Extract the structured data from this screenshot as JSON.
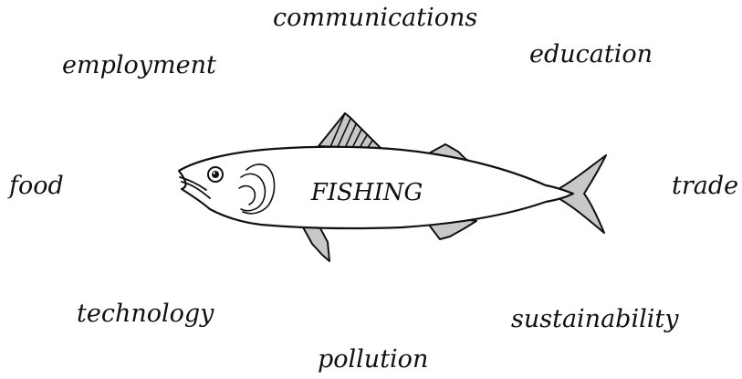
{
  "center_label": "FISHING",
  "words": {
    "communications": "communications",
    "employment": "employment",
    "education": "education",
    "food": "food",
    "trade": "trade",
    "technology": "technology",
    "sustainability": "sustainability",
    "pollution": "pollution"
  },
  "colors": {
    "fin_fill": "#c8c8c8",
    "body_fill": "#ffffff",
    "outline": "#111111"
  }
}
